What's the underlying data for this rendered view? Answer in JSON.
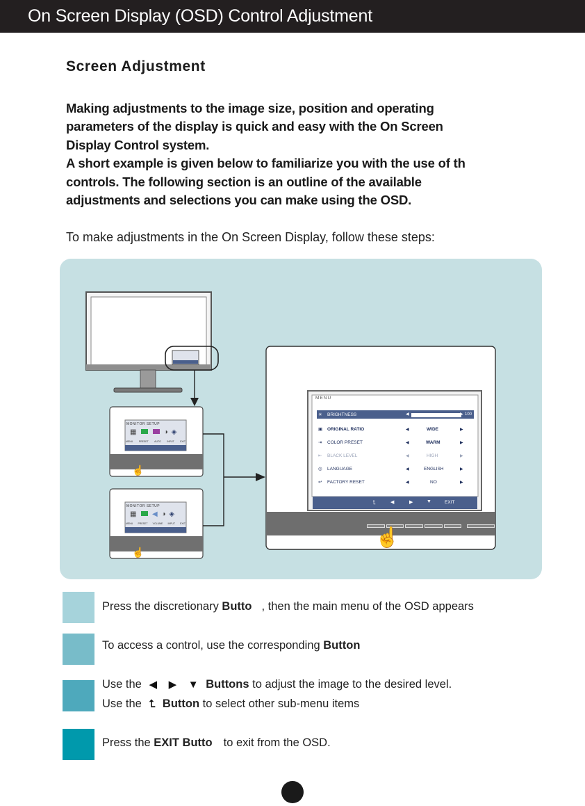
{
  "header": {
    "title": "On Screen Display (OSD) Control Adjustment"
  },
  "section_title": "Screen Adjustment",
  "intro_lines": [
    "Making adjustments to the image size, position and operating",
    "parameters of the display is quick and easy with the On Screen",
    "Display Control system.",
    "A short example is given below to familiarize you with the use of th",
    "controls. The following section is an outline of the available",
    "adjustments and selections you can make using the OSD."
  ],
  "steps_lead": "To make adjustments in the On Screen Display, follow these steps:",
  "monitor_setup_label": "MONITOR SETUP",
  "small_menu_1": [
    "MENU",
    "PRESET",
    "AUTO",
    "INPUT",
    "EXIT"
  ],
  "small_menu_2": [
    "MENU",
    "PRESET",
    "VOLUME",
    "INPUT",
    "EXIT"
  ],
  "osd": {
    "title": "MENU",
    "rows": [
      {
        "label": "BRIGHTNESS",
        "value": "100"
      },
      {
        "label": "ORIGINAL RATIO",
        "value": "WIDE"
      },
      {
        "label": "COLOR PRESET",
        "value": "WARM"
      },
      {
        "label": "BLACK LEVEL",
        "value": "HIGH"
      },
      {
        "label": "LANGUAGE",
        "value": "ENGLISH"
      },
      {
        "label": "FACTORY RESET",
        "value": "NO"
      }
    ],
    "brightness_level": 1.0,
    "exit_label": "EXIT"
  },
  "steps": [
    {
      "color": "#a6d3db",
      "pre": "Press the discretionary ",
      "bold": "Butto",
      "post": ", then the main menu of the OSD appears"
    },
    {
      "color": "#78bcc9",
      "pre": "To access a control, use the corresponding ",
      "bold": "Button"
    },
    {
      "color": "#4ea9bc",
      "line1_pre": "Use the",
      "line1_bold": "Buttons",
      "line1_post": " to adjust the image to the desired level.",
      "line2_pre": "Use the",
      "line2_bold": "Button",
      "line2_post": " to select other sub-menu items"
    },
    {
      "color": "#0099ac",
      "pre": "Press the ",
      "bold": "EXIT Butto",
      "post": "to exit from the OSD."
    }
  ]
}
